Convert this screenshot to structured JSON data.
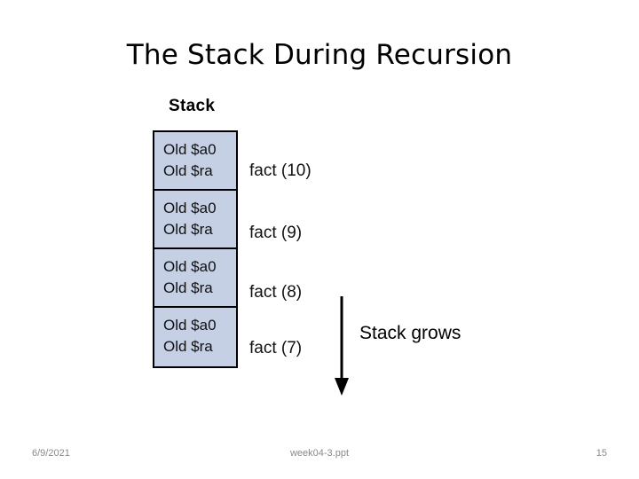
{
  "slide": {
    "title": "The Stack During Recursion",
    "background_color": "#ffffff"
  },
  "diagram": {
    "heading": "Stack",
    "frame_fill_color": "#c6d0e4",
    "frame_border_color": "#000000",
    "frames": [
      {
        "line1": "Old $a0",
        "line2": "Old $ra",
        "label": "fact (10)"
      },
      {
        "line1": "Old $a0",
        "line2": "Old $ra",
        "label": "fact (9)"
      },
      {
        "line1": "Old $a0",
        "line2": "Old $ra",
        "label": "fact (8)"
      },
      {
        "line1": "Old $a0",
        "line2": "Old $ra",
        "label": "fact (7)"
      }
    ],
    "growth_annotation": {
      "label": "Stack grows",
      "direction": "down",
      "arrow_color": "#000000"
    }
  },
  "footer": {
    "date": "6/9/2021",
    "file_name": "week04-3.ppt",
    "page_number": "15",
    "text_color": "#8a8a8a"
  }
}
